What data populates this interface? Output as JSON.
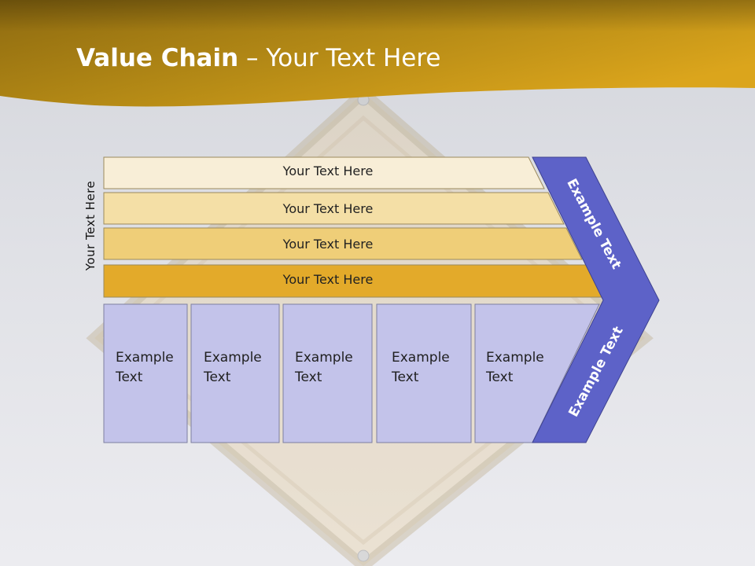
{
  "slide": {
    "title_bold": "Value Chain",
    "title_rest": " – Your Text Here",
    "side_label": "Your Text Here"
  },
  "support_activities": [
    {
      "label": "Your Text Here",
      "fill": "#f8eed7"
    },
    {
      "label": "Your Text Here",
      "fill": "#f4dfa6"
    },
    {
      "label": "Your Text Here",
      "fill": "#efce78"
    },
    {
      "label": "Your Text Here",
      "fill": "#e3aa2a"
    }
  ],
  "primary_activities": [
    {
      "line1": "Example",
      "line2": "Text"
    },
    {
      "line1": "Example",
      "line2": "Text"
    },
    {
      "line1": "Example",
      "line2": "Text"
    },
    {
      "line1": "Example",
      "line2": "Text"
    },
    {
      "line1": "Example",
      "line2": "Text"
    }
  ],
  "margin": {
    "upper_label": "Example Text",
    "lower_label": "Example Text"
  },
  "colors": {
    "header_gold": "#b58a16",
    "primary_fill": "#c3c3ea",
    "margin_fill": "#5d62c8"
  }
}
